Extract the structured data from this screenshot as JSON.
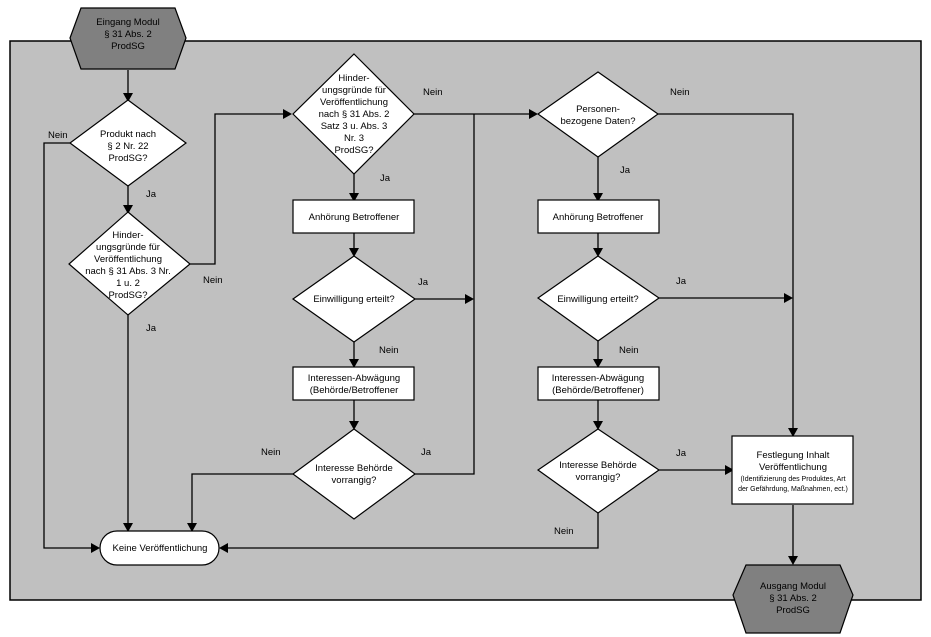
{
  "diagram": {
    "title": "Veröffentlichung nach § 31 ProdSG",
    "colors": {
      "background": "#c0c0c0",
      "terminal_fill": "#808080",
      "node_fill": "#ffffff",
      "line": "#000000"
    },
    "nodes": {
      "start": {
        "type": "hexagon",
        "lines": [
          "Eingang Modul",
          "§ 31 Abs. 2",
          "ProdSG"
        ]
      },
      "d_produkt": {
        "type": "decision",
        "lines": [
          "Produkt nach",
          "§ 2 Nr. 22",
          "ProdSG?"
        ]
      },
      "d_hinder1": {
        "type": "decision",
        "lines": [
          "Hinder-",
          "ungsgründe für",
          "Veröffentlichung",
          "nach § 31 Abs. 3 Nr.",
          "1 u. 2",
          "ProdSG?"
        ]
      },
      "d_hinder2": {
        "type": "decision",
        "lines": [
          "Hinder-",
          "ungsgründe für",
          "Veröffentlichung",
          "nach § 31 Abs. 2",
          "Satz 3 u. Abs. 3",
          "Nr. 3",
          "ProdSG?"
        ]
      },
      "p_anhoerung1": {
        "type": "process",
        "lines": [
          "Anhörung Betroffener"
        ]
      },
      "d_einwilligung1": {
        "type": "decision",
        "lines": [
          "Einwilligung erteilt?"
        ]
      },
      "p_abwaegung1": {
        "type": "process",
        "lines": [
          "Interessen-Abwägung",
          "(Behörde/Betroffener"
        ]
      },
      "d_interesse1": {
        "type": "decision",
        "lines": [
          "Interesse Behörde",
          "vorrangig?"
        ]
      },
      "d_personen": {
        "type": "decision",
        "lines": [
          "Personen-",
          "bezogene Daten?"
        ]
      },
      "p_anhoerung2": {
        "type": "process",
        "lines": [
          "Anhörung Betroffener"
        ]
      },
      "d_einwilligung2": {
        "type": "decision",
        "lines": [
          "Einwilligung erteilt?"
        ]
      },
      "p_abwaegung2": {
        "type": "process",
        "lines": [
          "Interessen-Abwägung",
          "(Behörde/Betroffener)"
        ]
      },
      "d_interesse2": {
        "type": "decision",
        "lines": [
          "Interesse Behörde",
          "vorrangig?"
        ]
      },
      "p_festlegung": {
        "type": "process",
        "lines": [
          "Festlegung Inhalt",
          "Veröffentlichung"
        ],
        "small_lines": [
          "(Identifizierung des Produktes, Art",
          "der Gefährdung, Maßnahmen, ect.)"
        ]
      },
      "t_keine": {
        "type": "terminator",
        "lines": [
          "Keine Veröffentlichung"
        ]
      },
      "end": {
        "type": "hexagon",
        "lines": [
          "Ausgang Modul",
          "§ 31 Abs. 2",
          "ProdSG"
        ]
      }
    },
    "edge_labels": {
      "produkt_nein": "Nein",
      "produkt_ja": "Ja",
      "hinder1_nein": "Nein",
      "hinder1_ja": "Ja",
      "hinder2_nein": "Nein",
      "hinder2_ja": "Ja",
      "einwilligung1_ja": "Ja",
      "einwilligung1_nein": "Nein",
      "interesse1_nein": "Nein",
      "interesse1_ja": "Ja",
      "personen_nein": "Nein",
      "personen_ja": "Ja",
      "einwilligung2_ja": "Ja",
      "einwilligung2_nein": "Nein",
      "interesse2_ja": "Ja",
      "interesse2_nein": "Nein"
    }
  }
}
